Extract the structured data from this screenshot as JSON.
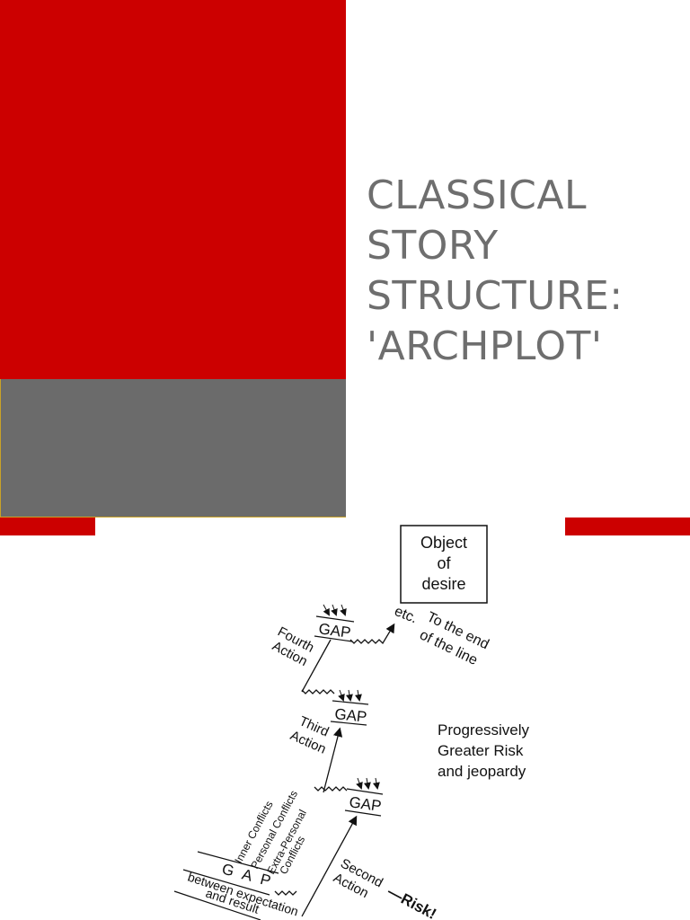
{
  "title": {
    "line1": "CLASSICAL",
    "line2": "STORY",
    "line3": "STRUCTURE:",
    "line4": "'ARCHPLOT'"
  },
  "diagram": {
    "object_line1": "Object",
    "object_line2": "of",
    "object_line3": "desire",
    "gap": "GAP",
    "gap_spaced": "G A P",
    "etc": "etc.",
    "end_line1": "To the end",
    "end_line2": "of the line",
    "fourth_line1": "Fourth",
    "fourth_line2": "Action",
    "third_line1": "Third",
    "third_line2": "Action",
    "second_line1": "Second",
    "second_line2": "Action",
    "risk": "—Risk!",
    "progress_line1": "Progressively",
    "progress_line2": "Greater Risk",
    "progress_line3": "and jeopardy",
    "inner": "Inner Conflicts",
    "personal": "Personal Conflicts",
    "extra1": "Extra-Personal",
    "extra2": "Conflicts",
    "between": "between expectation",
    "and_result": "and result"
  }
}
